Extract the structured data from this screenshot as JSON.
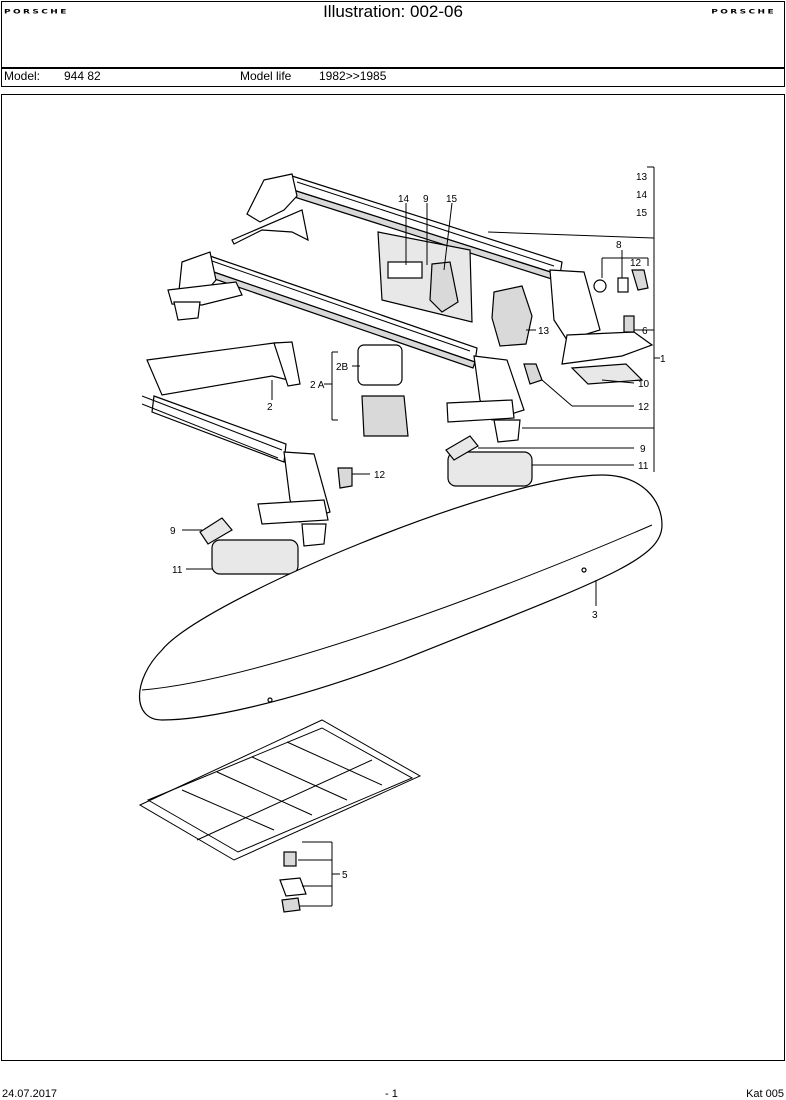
{
  "header": {
    "logo_left": "PORSCHE",
    "title": "Illustration: 002-06",
    "logo_right": "PORSCHE"
  },
  "model_bar": {
    "model_label": "Model:",
    "model_value": "944 82",
    "life_label": "Model life",
    "life_value": "1982>>1985"
  },
  "callouts": {
    "c13": "13",
    "c14": "14",
    "c15": "15",
    "c8": "8",
    "c12": "12",
    "c6": "6",
    "c1": "1",
    "c10": "10",
    "c12b": "12",
    "c9": "9",
    "c11": "11",
    "c14b": "14",
    "c9b": "9",
    "c15b": "15",
    "c13b": "13",
    "c2b": "2B",
    "c2a": "2 A",
    "c2": "2",
    "c12c": "12",
    "c9c": "9",
    "c11b": "11",
    "c3": "3",
    "c5": "5"
  },
  "footer": {
    "date": "24.07.2017",
    "page": "- 1",
    "catalog": "Kat 005"
  }
}
